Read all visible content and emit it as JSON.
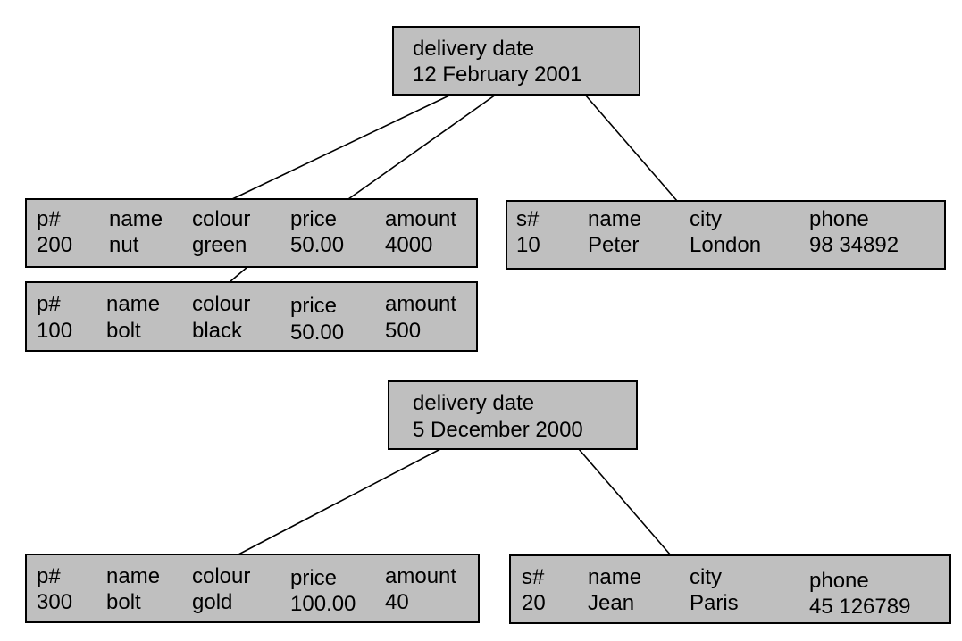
{
  "diagram": {
    "delivery1": {
      "label": "delivery date",
      "value": "12 February 2001"
    },
    "part200": {
      "headers": [
        "p#",
        "name",
        "colour",
        "price",
        "amount"
      ],
      "values": [
        "200",
        "nut",
        "green",
        "50.00",
        "4000"
      ]
    },
    "part100": {
      "headers": [
        "p#",
        "name",
        "colour",
        "price",
        "amount"
      ],
      "values": [
        "100",
        "bolt",
        "black",
        "50.00",
        "500"
      ]
    },
    "supplier10": {
      "headers": [
        "s#",
        "name",
        "city",
        "phone"
      ],
      "values": [
        "10",
        "Peter",
        "London",
        "98 34892"
      ]
    },
    "delivery2": {
      "label": "delivery date",
      "value": "5 December 2000"
    },
    "part300": {
      "headers": [
        "p#",
        "name",
        "colour",
        "price",
        "amount"
      ],
      "values": [
        "300",
        "bolt",
        "gold",
        "100.00",
        "40"
      ]
    },
    "supplier20": {
      "headers": [
        "s#",
        "name",
        "city",
        "phone"
      ],
      "values": [
        "20",
        "Jean",
        "Paris",
        "45 126789"
      ]
    }
  }
}
